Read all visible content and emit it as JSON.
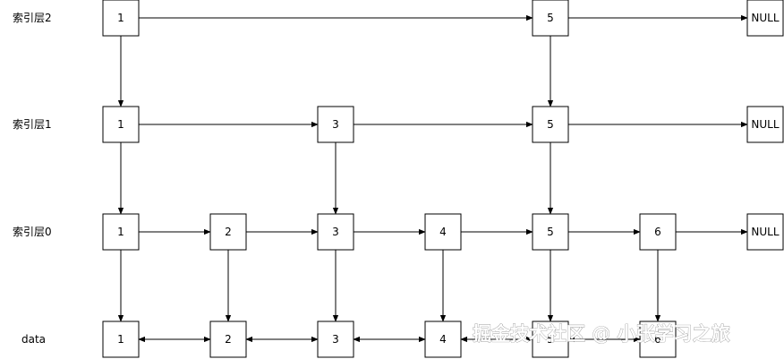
{
  "levels": [
    {
      "label": "索引层2",
      "nodes": [
        "1",
        "5",
        "NULL"
      ]
    },
    {
      "label": "索引层1",
      "nodes": [
        "1",
        "3",
        "5",
        "NULL"
      ]
    },
    {
      "label": "索引层0",
      "nodes": [
        "1",
        "2",
        "3",
        "4",
        "5",
        "6",
        "NULL"
      ]
    },
    {
      "label": "data",
      "nodes": [
        "1",
        "2",
        "3",
        "4",
        "5",
        "6"
      ]
    }
  ],
  "watermark": "掘金技术社区 @ 小张学习之旅",
  "colors": {
    "stroke": "#000000",
    "fill": "#ffffff",
    "watermark": "#7a7a7a"
  }
}
